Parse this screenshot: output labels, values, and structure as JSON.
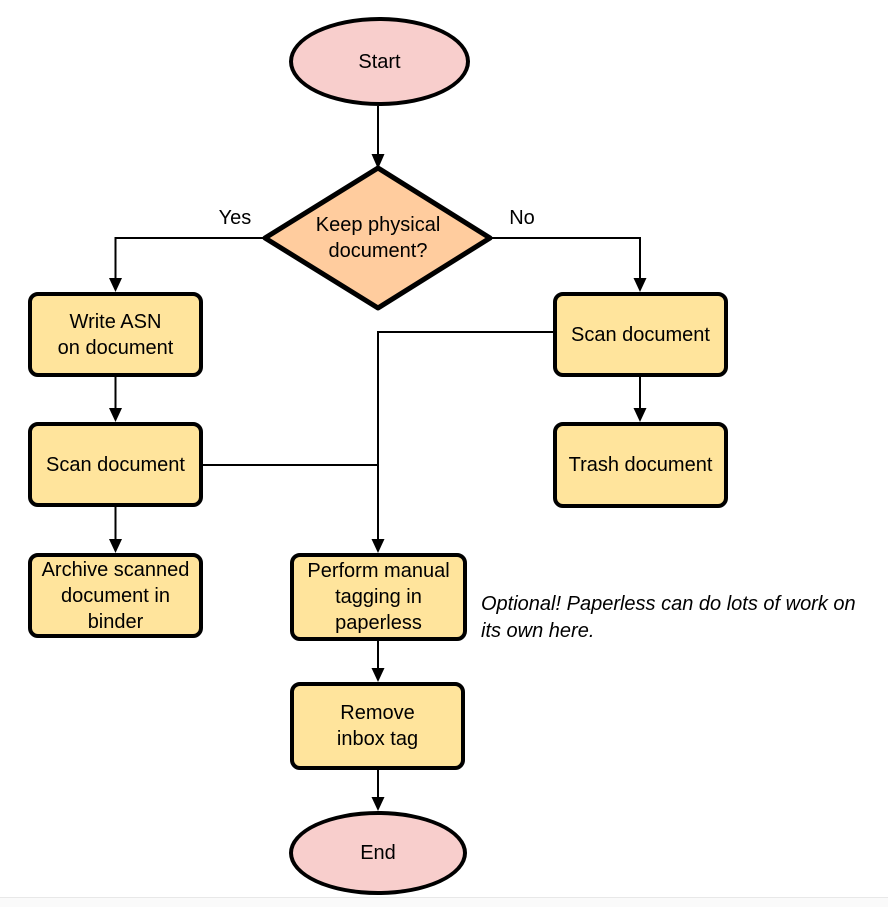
{
  "diagram": {
    "nodes": {
      "start": {
        "label": "Start",
        "type": "terminator"
      },
      "decision": {
        "label": "Keep physical\ndocument?",
        "type": "decision"
      },
      "write_asn": {
        "label": "Write ASN\non document",
        "type": "process"
      },
      "scan_left": {
        "label": "Scan document",
        "type": "process"
      },
      "archive": {
        "label": "Archive scanned\ndocument in\nbinder",
        "type": "process"
      },
      "scan_right": {
        "label": "Scan document",
        "type": "process"
      },
      "trash": {
        "label": "Trash document",
        "type": "process"
      },
      "tagging": {
        "label": "Perform manual\ntagging in\npaperless",
        "type": "process"
      },
      "remove_inbox": {
        "label": "Remove\ninbox tag",
        "type": "process"
      },
      "end": {
        "label": "End",
        "type": "terminator"
      }
    },
    "edge_labels": {
      "yes": "Yes",
      "no": "No"
    },
    "annotation": "Optional! Paperless can do lots of work on\nits own here.",
    "colors": {
      "terminator_fill": "#F8CECC",
      "decision_fill": "#FFCC9E",
      "process_fill": "#FFE49C",
      "stroke": "#000000",
      "background": "#FFFFFF"
    }
  }
}
